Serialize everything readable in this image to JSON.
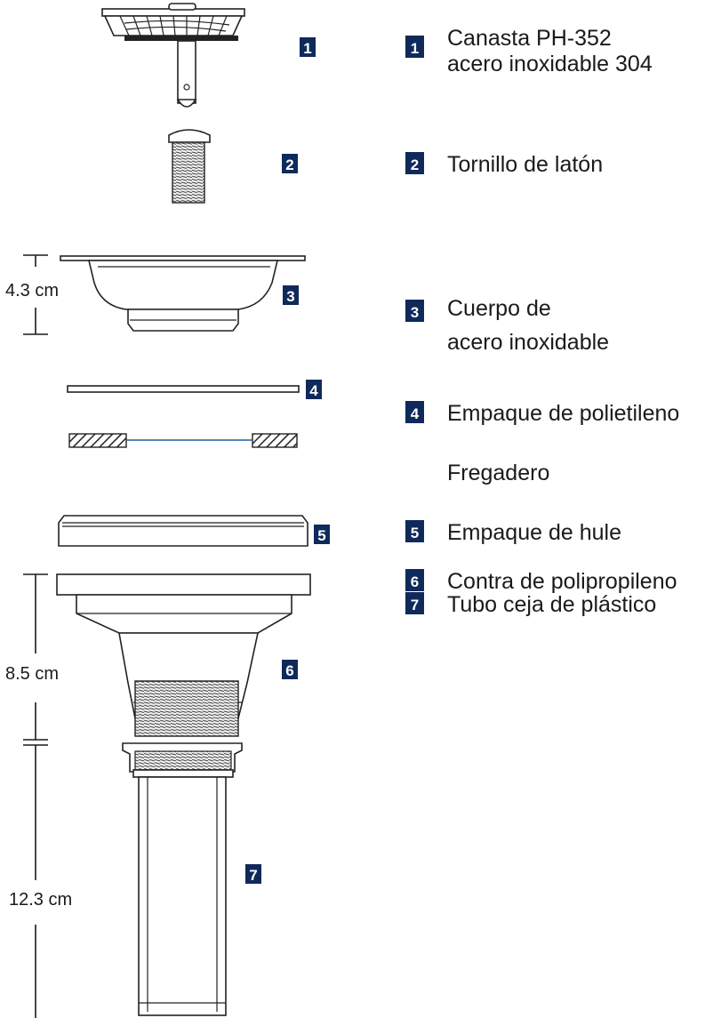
{
  "colors": {
    "badge": "#0f2a5a",
    "badge_text": "#ffffff",
    "line": "#222222",
    "sink_line": "#1f5f9e",
    "text": "#1a1a1a"
  },
  "parts": [
    {
      "number": "1",
      "name": "canasta",
      "lines": [
        "Canasta PH-352",
        "acero inoxidable 304"
      ]
    },
    {
      "number": "2",
      "name": "tornillo",
      "lines": [
        "Tornillo de latón"
      ]
    },
    {
      "number": "3",
      "name": "cuerpo",
      "lines": [
        "Cuerpo de",
        "acero inoxidable"
      ]
    },
    {
      "number": "4",
      "name": "empaque-polietileno",
      "lines": [
        "Empaque de polietileno"
      ]
    },
    {
      "number": "5",
      "name": "empaque-hule",
      "lines": [
        "Empaque de hule"
      ]
    },
    {
      "number": "6",
      "name": "contra",
      "lines": [
        "Contra de polipropileno"
      ]
    },
    {
      "number": "7",
      "name": "tubo",
      "lines": [
        "Tubo ceja de plástico"
      ]
    }
  ],
  "sink_label": "Fregadero",
  "dimensions": {
    "body_height": "4.3 cm",
    "counter_height": "8.5 cm",
    "tube_height": "12.3 cm"
  }
}
